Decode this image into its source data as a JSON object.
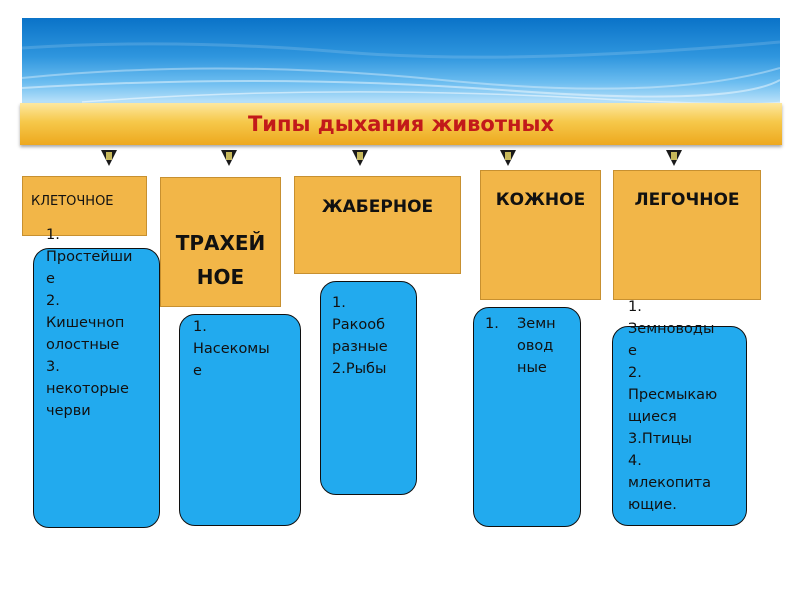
{
  "title": "Типы дыхания животных",
  "categories": [
    {
      "label": "КЛЕТОЧНОЕ",
      "items": "1.\nПростейши\nе\n2.\nКишечноп\nолостные\n3.\nнекоторые\nчерви"
    },
    {
      "label": "ТРАХЕЙ\nНОЕ",
      "items": "1.\nНасекомы\nе"
    },
    {
      "label": "ЖАБЕРНОЕ",
      "items": "1.\nРакооб\nразные\n2.Рыбы"
    },
    {
      "label": "КОЖНОЕ",
      "marker": "1.",
      "items": "Земн\nовод\nные"
    },
    {
      "label": "ЛЕГОЧНОЕ",
      "items": "1.\nЗемноводы\nе\n2.\nПресмыкаю\nщиеся\n3.Птицы\n4.\nмлекопита\nющие."
    }
  ]
}
